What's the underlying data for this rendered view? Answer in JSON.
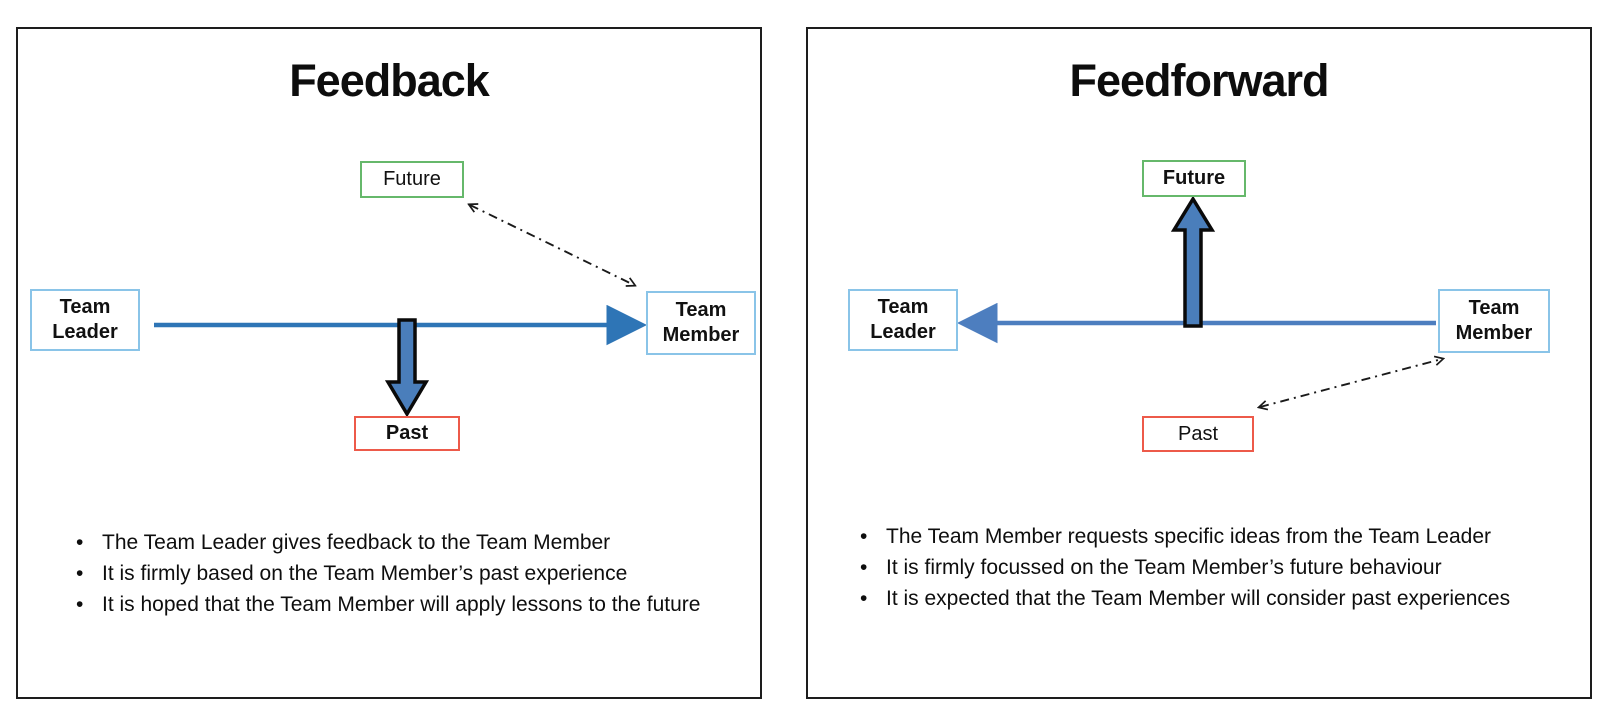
{
  "colors": {
    "panel_border": "#1d1d1d",
    "flow_arrow_left_panel": "#2e75b6",
    "flow_arrow_right_panel": "#4d7ebf",
    "block_arrow_fill": "#4a7ebb",
    "block_arrow_outline": "#0a0a0a",
    "team_box_border": "#8ac4e8",
    "future_box_border": "#66b86b",
    "past_box_border": "#ed5a4a",
    "dashdot_connector": "#1a1a1a",
    "text": "#111111"
  },
  "left_panel": {
    "title": "Feedback",
    "nodes": {
      "future": "Future",
      "past": "Past",
      "team_leader": {
        "line1": "Team",
        "line2": "Leader"
      },
      "team_member": {
        "line1": "Team",
        "line2": "Member"
      }
    },
    "bullets": [
      "The Team Leader gives feedback to the Team Member",
      "It is firmly based on the Team Member’s past experience",
      "It is hoped that the Team Member will apply lessons to the future"
    ]
  },
  "right_panel": {
    "title": "Feedforward",
    "nodes": {
      "future": "Future",
      "past": "Past",
      "team_leader": {
        "line1": "Team",
        "line2": "Leader"
      },
      "team_member": {
        "line1": "Team",
        "line2": "Member"
      }
    },
    "bullets": [
      "The Team Member requests specific ideas from the Team Leader",
      "It is firmly focussed on the Team Member’s future behaviour",
      "It is expected that the Team Member will consider past experiences"
    ]
  }
}
